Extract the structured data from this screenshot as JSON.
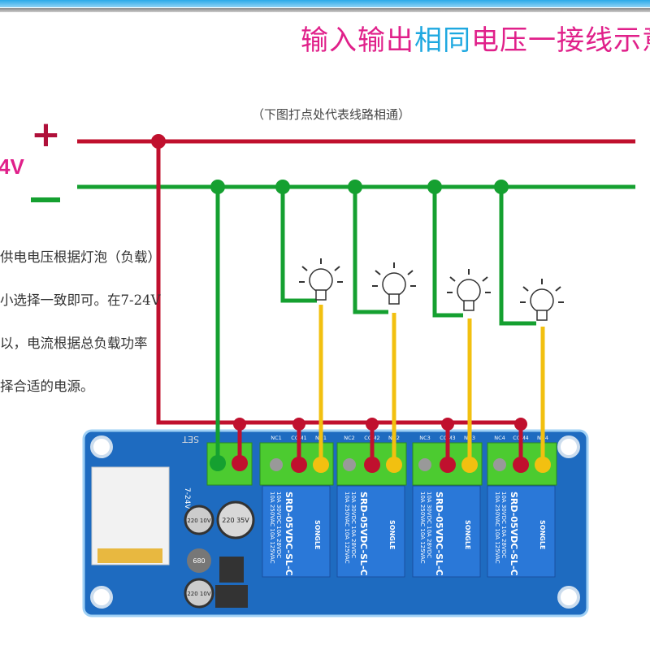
{
  "title": {
    "part1": "输入输出",
    "part2": "相同",
    "part3": "电压一接线示意",
    "colors": {
      "pink": "#e0208a",
      "blue": "#1ea8e0"
    }
  },
  "subtitle": "（下图打点处代表线路相通）",
  "power": {
    "plus": "+",
    "voltage": "4V",
    "minus": "−",
    "positive_color": "#c0102e",
    "negative_color": "#15a030",
    "load_wire_color": "#f2c010"
  },
  "note_lines": [
    "供电电压根据灯泡（负载）",
    "小选择一致即可。在7-24V",
    "以，电流根据总负载功率",
    "择合适的电源。"
  ],
  "board": {
    "set_label": "SET",
    "input_label": "7-24V",
    "relay_model": "SRD-05VDC-SL-C",
    "relay_brand": "SONGLE",
    "relay_ratings": [
      "10A 250VAC 10A 125VAC",
      "10A 30VDC 10A 28VDC"
    ],
    "capacitor_labels": [
      "220 10V",
      "220 35V",
      "680",
      "220 10V"
    ],
    "terminal_labels": [
      "NC1",
      "COM1",
      "NO1",
      "NC2",
      "COM2",
      "NO2",
      "NC3",
      "COM3",
      "NO3",
      "NC4",
      "COM4",
      "NO4"
    ],
    "color": "#1e6bc0"
  },
  "icons": [
    "light-bulb-icon"
  ]
}
